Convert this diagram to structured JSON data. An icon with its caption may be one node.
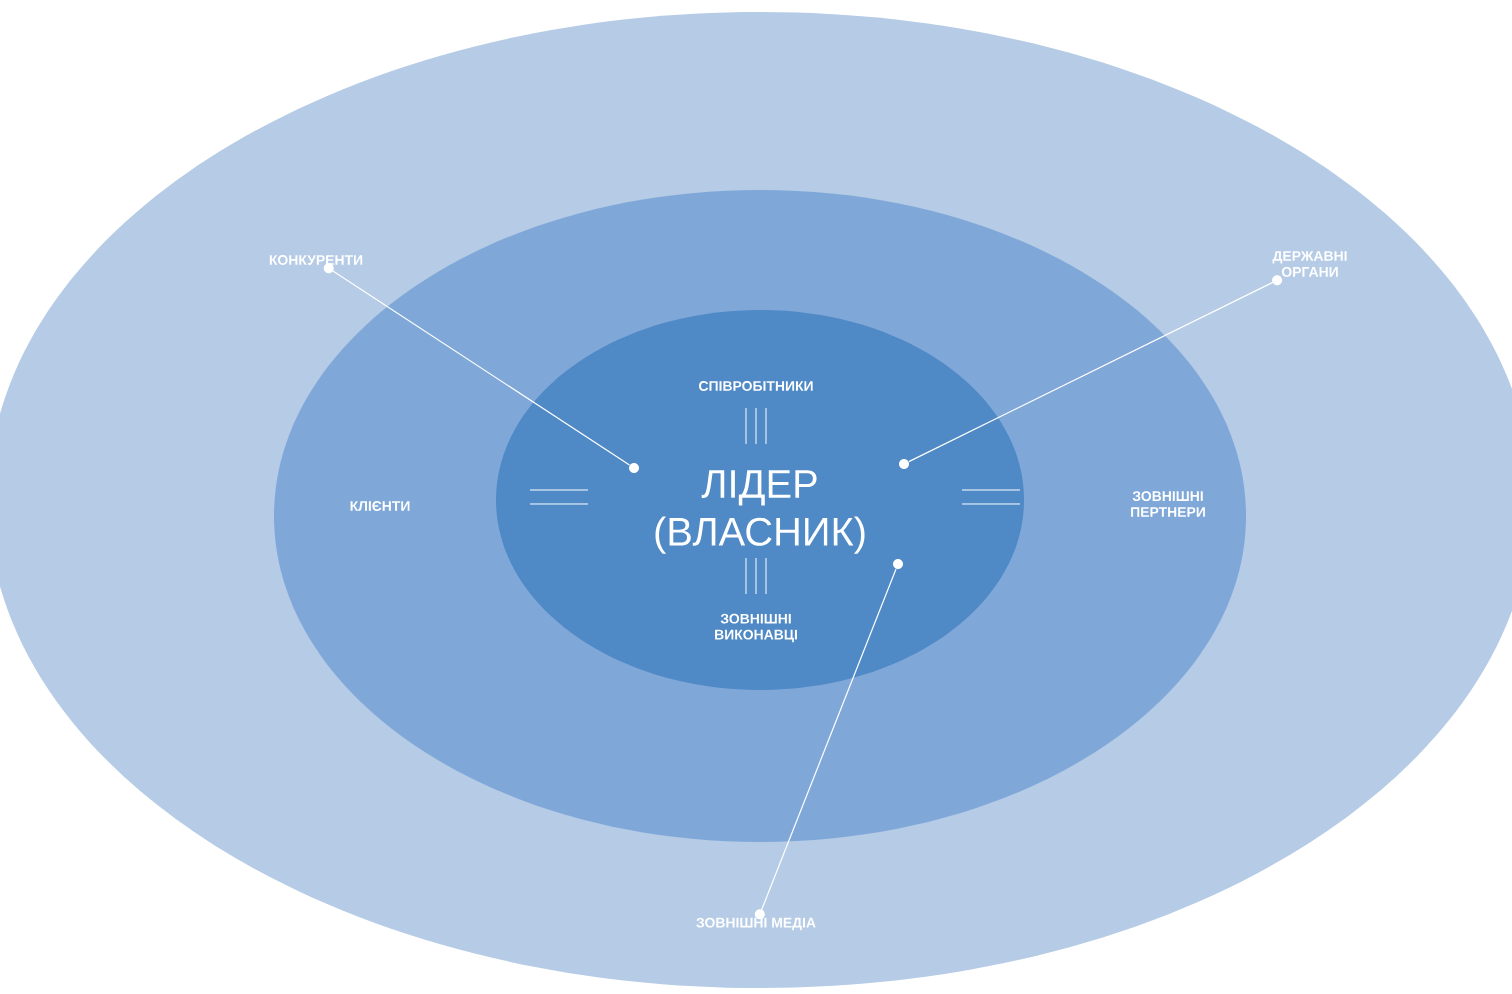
{
  "diagram": {
    "nodes": [
      {
        "text": [],
        "shape": "ellipse"
      },
      {
        "text": [
          "КЛІЄНТИ",
          "ЗОВНІШНІ ПЕРТНЕРИ"
        ],
        "in": 0
      },
      {
        "text": [
          "СПІВРОБІТНИКИ",
          "ЛІДЕР (ВЛАСНИК)",
          "ЗОВНІШНІ ВИКОНАВЦІ"
        ],
        "in": 1
      },
      {
        "text": [
          "КОНКУРЕНТИ"
        ],
        "in": 0
      },
      {
        "text": [
          "ДЕРЖАВНІ ОРГАНИ"
        ],
        "in": 0
      },
      {
        "text": [
          "ЗОВНІШНІ МЕДІА"
        ],
        "in": 0
      },
      {
        "text": [],
        "shape": "circle",
        "in": 2
      },
      {
        "text": [],
        "shape": "circle",
        "in": 2
      },
      {
        "text": [],
        "shape": "circle",
        "in": 2
      }
    ],
    "edges": [
      {
        "from": 3,
        "to": 6,
        "arrow": "none"
      },
      {
        "from": 4,
        "to": 7,
        "arrow": "none"
      },
      {
        "from": 5,
        "to": 8,
        "arrow": "none"
      }
    ]
  }
}
